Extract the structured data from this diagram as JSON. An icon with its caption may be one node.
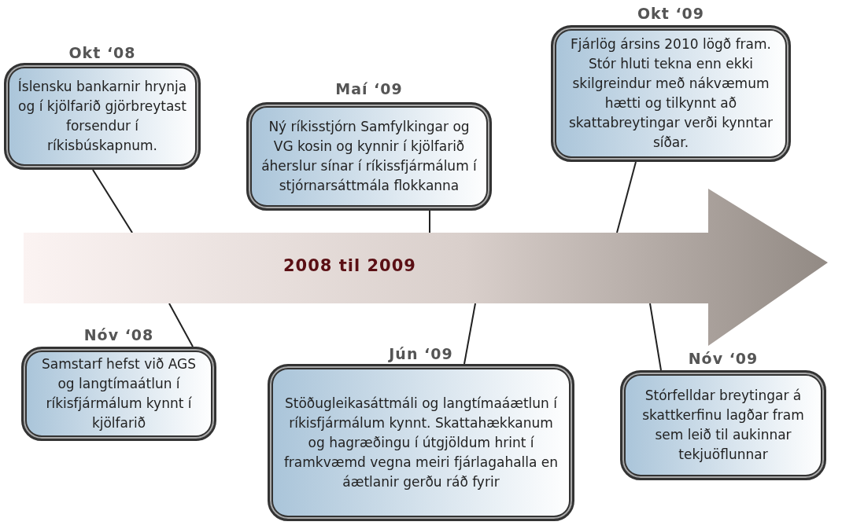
{
  "diagram": {
    "nodes": [
      {
        "text": [
          "Okt ‘08",
          "Íslensku bankarnir hrynja og í kjölfarið gjörbreytast forsendur í ríkisbúskapnum."
        ]
      },
      {
        "text": [
          "Maí ‘09",
          "Ný ríkisstjórn Samfylkingar og VG kosin og kynnir í kjölfarið áherslur sínar í ríkissfjármálum í stjórnarsáttmála flokkanna"
        ]
      },
      {
        "text": [
          "Okt ‘09",
          "Fjárlög ársins 2010 lögð fram. Stór hluti tekna enn ekki skilgreindur með nákvæmum hætti og tilkynnt að skattabreytingar verði kynntar  síðar."
        ]
      },
      {
        "text": [
          "2008 til 2009"
        ]
      },
      {
        "text": [
          "Nóv ‘08",
          "Samstarf hefst við AGS og langtímaátlun í ríkisfjármálum kynnt í kjölfarið"
        ]
      },
      {
        "text": [
          "Jún ‘09",
          "Stöðugleikasáttmáli og langtímaáætlun í ríkisfjármálum kynnt. Skattahækkanum og hagræðingu í útgjöldum hrint í framkvæmd vegna meiri fjárlagahalla en áætlanir gerðu ráð fyrir"
        ]
      },
      {
        "text": [
          "Nóv ‘09",
          "Stórfelldar breytingar á skattkerfinu lagðar fram sem leið til aukinnar tekjuöflunnar"
        ]
      }
    ],
    "edges": [
      {
        "from": 0,
        "to": 3,
        "arrow": "none"
      },
      {
        "from": 1,
        "to": 3,
        "arrow": "none"
      },
      {
        "from": 2,
        "to": 3,
        "arrow": "none"
      },
      {
        "from": 4,
        "to": 3,
        "arrow": "none"
      },
      {
        "from": 5,
        "to": 3,
        "arrow": "none"
      },
      {
        "from": 6,
        "to": 3,
        "arrow": "none"
      }
    ]
  }
}
